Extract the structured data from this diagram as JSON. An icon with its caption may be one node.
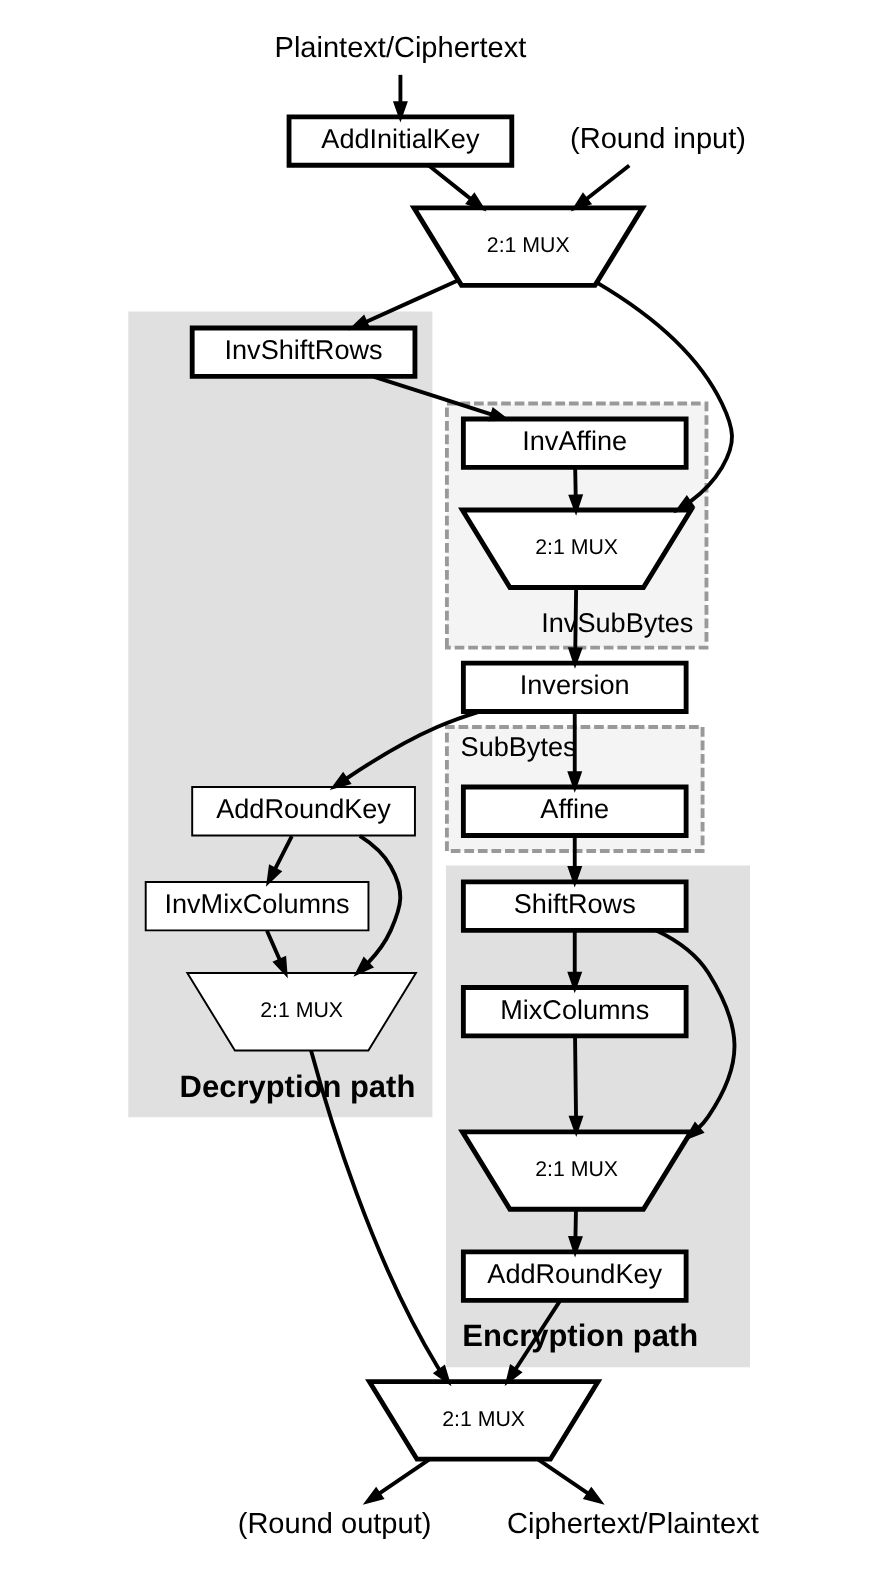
{
  "diagram": {
    "nodes": [
      {
        "text": [
          "Plaintext/Ciphertext"
        ]
      },
      {
        "text": [
          "AddInitialKey"
        ]
      },
      {
        "text": [
          "(Round input)"
        ]
      },
      {
        "text": [
          "2:1 MUX"
        ]
      },
      {
        "text": [
          "Encryption path"
        ]
      },
      {
        "text": [
          "Decryption path"
        ]
      },
      {
        "text": [
          "InvShiftRows"
        ],
        "in": 5
      },
      {
        "text": [
          "InvSubBytes"
        ]
      },
      {
        "text": [
          "InvAffine"
        ],
        "in": 7
      },
      {
        "text": [
          "2:1 MUX"
        ],
        "in": 7
      },
      {
        "text": [
          "SubBytes"
        ]
      },
      {
        "text": [
          "Inversion"
        ]
      },
      {
        "text": [
          "Affine"
        ],
        "in": 10
      },
      {
        "text": [
          "ShiftRows"
        ],
        "in": 4
      },
      {
        "text": [
          "AddRoundKey"
        ],
        "in": 5
      },
      {
        "text": [
          "MixColumns"
        ],
        "in": 4
      },
      {
        "text": [
          "InvMixColumns"
        ],
        "in": 5
      },
      {
        "text": [
          "2:1 MUX"
        ],
        "in": 4
      },
      {
        "text": [
          "2:1 MUX"
        ],
        "in": 5
      },
      {
        "text": [
          "AddRoundKey"
        ],
        "in": 4
      },
      {
        "text": [
          "2:1 MUX"
        ]
      },
      {
        "text": [
          "(Round output)"
        ]
      },
      {
        "text": [
          "Ciphertext/Plaintext"
        ]
      }
    ],
    "edges": [
      {
        "from": 0,
        "to": 1,
        "arrow": "to"
      },
      {
        "from": 2,
        "to": 3,
        "arrow": "to"
      },
      {
        "from": 1,
        "to": 3,
        "arrow": "to"
      },
      {
        "from": 3,
        "to": 6,
        "arrow": "to"
      },
      {
        "from": 3,
        "to": 9,
        "arrow": "to"
      },
      {
        "from": 6,
        "to": 8,
        "arrow": "to"
      },
      {
        "from": 8,
        "to": 9,
        "arrow": "to"
      },
      {
        "from": 9,
        "to": 11,
        "arrow": "to"
      },
      {
        "from": 11,
        "to": 12,
        "arrow": "to"
      },
      {
        "from": 11,
        "to": 14,
        "arrow": "to"
      },
      {
        "from": 12,
        "to": 13,
        "arrow": "to"
      },
      {
        "from": 13,
        "to": 15,
        "arrow": "to"
      },
      {
        "from": 13,
        "to": 17,
        "arrow": "to"
      },
      {
        "from": 15,
        "to": 17,
        "arrow": "to"
      },
      {
        "from": 14,
        "to": 16,
        "arrow": "to"
      },
      {
        "from": 14,
        "to": 18,
        "arrow": "to"
      },
      {
        "from": 16,
        "to": 18,
        "arrow": "to"
      },
      {
        "from": 17,
        "to": 19,
        "arrow": "to"
      },
      {
        "from": 19,
        "to": 20,
        "arrow": "to"
      },
      {
        "from": 18,
        "to": 20,
        "arrow": "to"
      },
      {
        "from": 20,
        "to": 21,
        "arrow": "to"
      },
      {
        "from": 20,
        "to": 22,
        "arrow": "to"
      }
    ]
  }
}
